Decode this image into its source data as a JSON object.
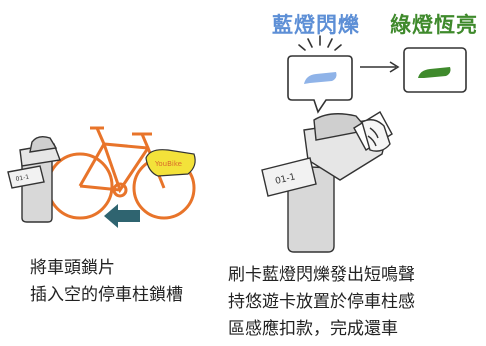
{
  "labels": {
    "blue_flash": "藍燈閃爍",
    "green_steady": "綠燈恆亮"
  },
  "pole_left": {
    "plate_text": "01-1"
  },
  "pole_right": {
    "plate_text": "01-1"
  },
  "bike": {
    "basket_text": "YouBike"
  },
  "captions": {
    "left": [
      "將車頭鎖片",
      "插入空的停車柱鎖槽"
    ],
    "right": [
      "刷卡藍燈閃爍發出短鳴聲",
      "持悠遊卡放置於停車柱感",
      "區感應扣款，完成還車"
    ]
  },
  "colors": {
    "blue_light": "#8fb3e8",
    "green_light": "#3f8a2c",
    "bike_frame": "#e8742a",
    "basket": "#f3e23a",
    "arrow": "#2f6470",
    "pole": "#d8d8d8",
    "outline": "#333333"
  },
  "icons": [
    "left-arrow-icon",
    "right-arrow-icon",
    "flash-lines-icon"
  ]
}
